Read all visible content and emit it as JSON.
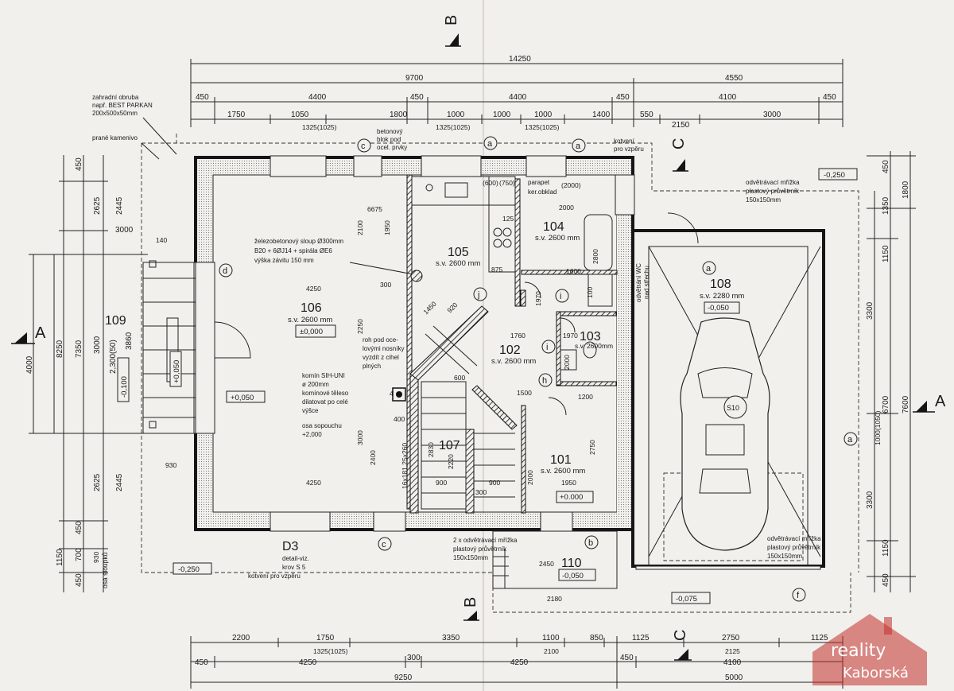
{
  "dims_top": {
    "total": "14250",
    "row2": [
      "9700",
      "4550"
    ],
    "row3": [
      "450",
      "4400",
      "450",
      "4400",
      "450",
      "4100",
      "450"
    ],
    "row4": [
      "1750",
      "1050",
      "1800",
      "1000",
      "1000",
      "1000",
      "1400",
      "550",
      "2150",
      "3000"
    ],
    "row5": [
      "1325(1025)",
      "1325(1025)",
      "1325(1025)"
    ]
  },
  "dims_bottom": {
    "row1": [
      "2200",
      "1750",
      "3350",
      "1100",
      "850",
      "1125",
      "2750",
      "1125"
    ],
    "row1b": [
      "1325(1025)",
      "2100",
      "2125"
    ],
    "row2": [
      "450",
      "4250",
      "300",
      "4250",
      "450",
      "4100"
    ],
    "row3": [
      "9250",
      "5000"
    ]
  },
  "dims_left": [
    "450",
    "2625",
    "2445",
    "3000",
    "8250",
    "7350",
    "3000",
    "2,300(50)",
    "3860",
    "4000",
    "2625",
    "2445",
    "450",
    "1150",
    "700",
    "450",
    "930",
    "osa sloupků"
  ],
  "dims_right": [
    "450",
    "1800",
    "1350",
    "1150",
    "7600",
    "6700",
    "1000(1050)",
    "3300",
    "3300",
    "1150",
    "450"
  ],
  "dims_inner": [
    "6675",
    "2100",
    "1950",
    "4250",
    "4250",
    "3000",
    "2400",
    "3000",
    "2250",
    "1760",
    "1970",
    "2000",
    "1200",
    "1950",
    "2750",
    "2800",
    "1600",
    "2000",
    "920",
    "1450",
    "1970",
    "2180",
    "2450",
    "600",
    "400",
    "400",
    "300",
    "300",
    "900",
    "900",
    "2000",
    "140",
    "930",
    "1500",
    "16x181,25x260",
    "2830",
    "2220",
    "875",
    "125",
    "100",
    "(600)",
    "(750)",
    "(2000)"
  ],
  "rooms": {
    "r106": {
      "num": "106",
      "sv": "s.v. 2600 mm",
      "lvl": "±0,000"
    },
    "r105": {
      "num": "105",
      "sv": "s.v. 2600 mm"
    },
    "r104": {
      "num": "104",
      "sv": "s.v. 2600 mm"
    },
    "r102": {
      "num": "102",
      "sv": "s.v. 2600 mm"
    },
    "r103": {
      "num": "103",
      "sv": "s.v. 2600mm"
    },
    "r107": {
      "num": "107"
    },
    "r101": {
      "num": "101",
      "sv": "s.v. 2600 mm",
      "lvl": "+0.000"
    },
    "r108": {
      "num": "108",
      "sv": "s.v. 2280 mm",
      "lvl": "-0,050"
    },
    "r109": {
      "num": "109",
      "lvl": "-0,100"
    },
    "r110": {
      "num": "110",
      "lvl": "-0,050"
    }
  },
  "levels": {
    "a": "+0,050",
    "b": "+0,050",
    "outside_left": "-0,250",
    "outside_right": "-0,250",
    "garage_front": "-0,075"
  },
  "notes": {
    "obruba": [
      "zahradní obruba",
      "např. BEST PARKAN",
      "200x500x50mm"
    ],
    "kamenivo": "prané kamenivo",
    "betonovy": [
      "betonový",
      "blok pod",
      "ocel. prvky"
    ],
    "paropet": [
      "parapet",
      "ker.obklad"
    ],
    "kotveni_top": [
      "kotvení",
      "pro vzpěru"
    ],
    "sloup": [
      "železobetonový sloup Ø300mm",
      "B20 + 6ØJ14 + spirála ØE6",
      "výška závitu 150 mm"
    ],
    "roh": [
      "roh pod oce-",
      "lovými nosníky",
      "vyzdít z cihel",
      "plných"
    ],
    "komin": [
      "komín SIH-UNI",
      "ø 200mm",
      "komínové těleso",
      "dilatovat po celé",
      "výšce"
    ],
    "osa": [
      "osa sopouchu",
      "+2,000"
    ],
    "odvetrani_wc": [
      "odvětrání WC",
      "nad střechu"
    ],
    "mrizka_top": [
      "odvětrávací mřížka",
      "plastový průvětrník",
      "150x150mm"
    ],
    "mrizka_bottom": [
      "2 x odvětrávací mřížka",
      "plastový průvětrník",
      "150x150mm"
    ],
    "mrizka_right": [
      "odvětrávací mřížka",
      "plastový průvětrník",
      "150x150mm"
    ],
    "d3": [
      "D3",
      "detail-viz.",
      "krov S 5",
      "kotvení pro vzpěru"
    ],
    "car": "S10"
  },
  "sections": {
    "A": "A",
    "B": "B",
    "C": "C"
  },
  "grid": {
    "a": "a",
    "b": "b",
    "c": "c",
    "d": "d",
    "f": "f",
    "h": "h",
    "i": "i",
    "j": "j"
  },
  "watermark": {
    "line1": "reality",
    "line2": "Kaborská"
  },
  "colors": {
    "paper": "#f1f0ec",
    "ink": "#151515",
    "wm": "#c3302c"
  }
}
